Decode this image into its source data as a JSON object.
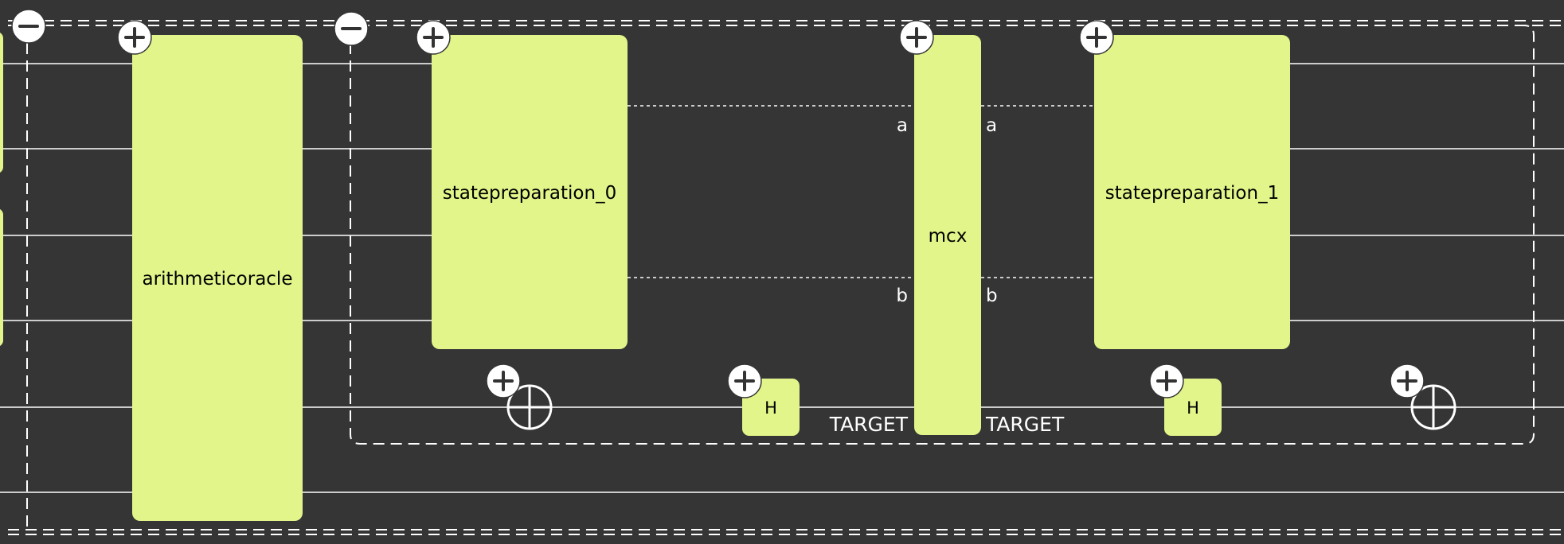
{
  "colors": {
    "background": "#353535",
    "gate_fill": "#e2f58a",
    "wire": "#ffffff",
    "label_text": "#000000",
    "port_text": "#ffffff"
  },
  "gates": {
    "arithmeticoracle": "arithmeticoracle",
    "statepreparation_0": "statepreparation_0",
    "statepreparation_1": "statepreparation_1",
    "mcx": "mcx",
    "h_first": "H",
    "h_second": "H"
  },
  "ports": {
    "mcx_in_a": "a",
    "mcx_out_a": "a",
    "mcx_in_b": "b",
    "mcx_out_b": "b",
    "target_in": "TARGET",
    "target_out": "TARGET"
  },
  "icons": {
    "expand": "plus-circle-icon",
    "collapse": "minus-circle-icon",
    "not_target": "oplus-icon"
  }
}
